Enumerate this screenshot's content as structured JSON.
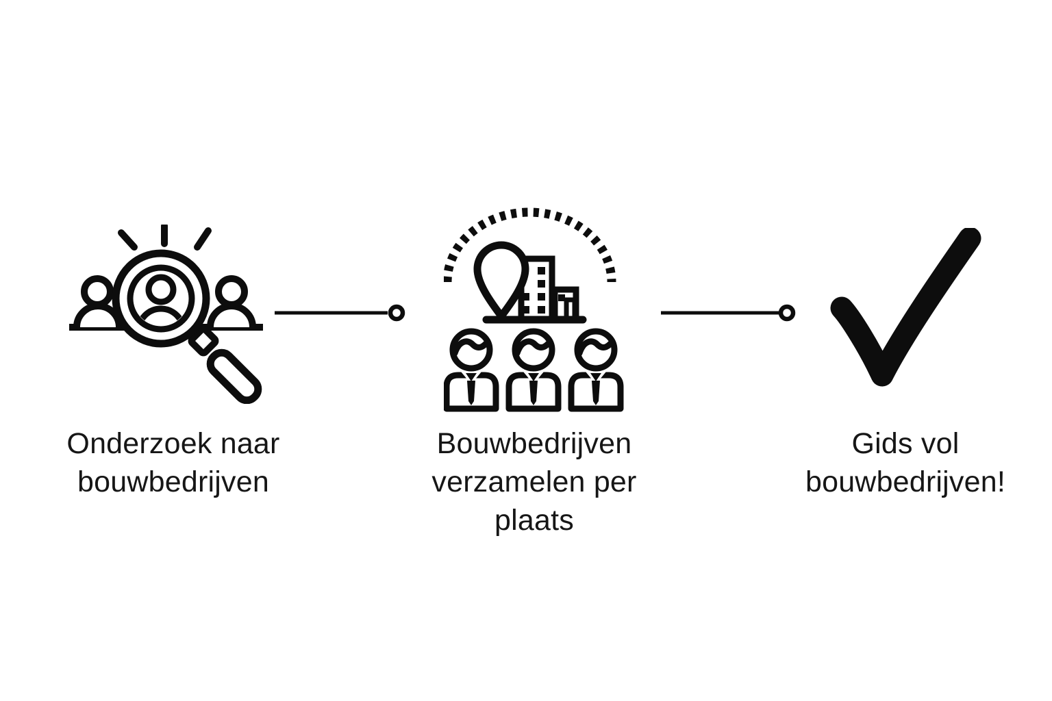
{
  "canvas": {
    "background": "#ffffff",
    "ink": "#0d0d0d",
    "text_color": "#161616"
  },
  "diagram": {
    "type": "process-flow",
    "direction": "left-to-right",
    "steps": [
      {
        "index": 1,
        "icon": "people-search-magnifier-icon",
        "label": "Onderzoek naar\nbouwbedrijven"
      },
      {
        "index": 2,
        "icon": "map-pin-buildings-team-icon",
        "label": "Bouwbedrijven\nverzamelen per\nplaats"
      },
      {
        "index": 3,
        "icon": "checkmark-icon",
        "label": "Gids vol\nbouwbedrijven!"
      }
    ],
    "connector_style": "horizontal line ending in open circle"
  }
}
